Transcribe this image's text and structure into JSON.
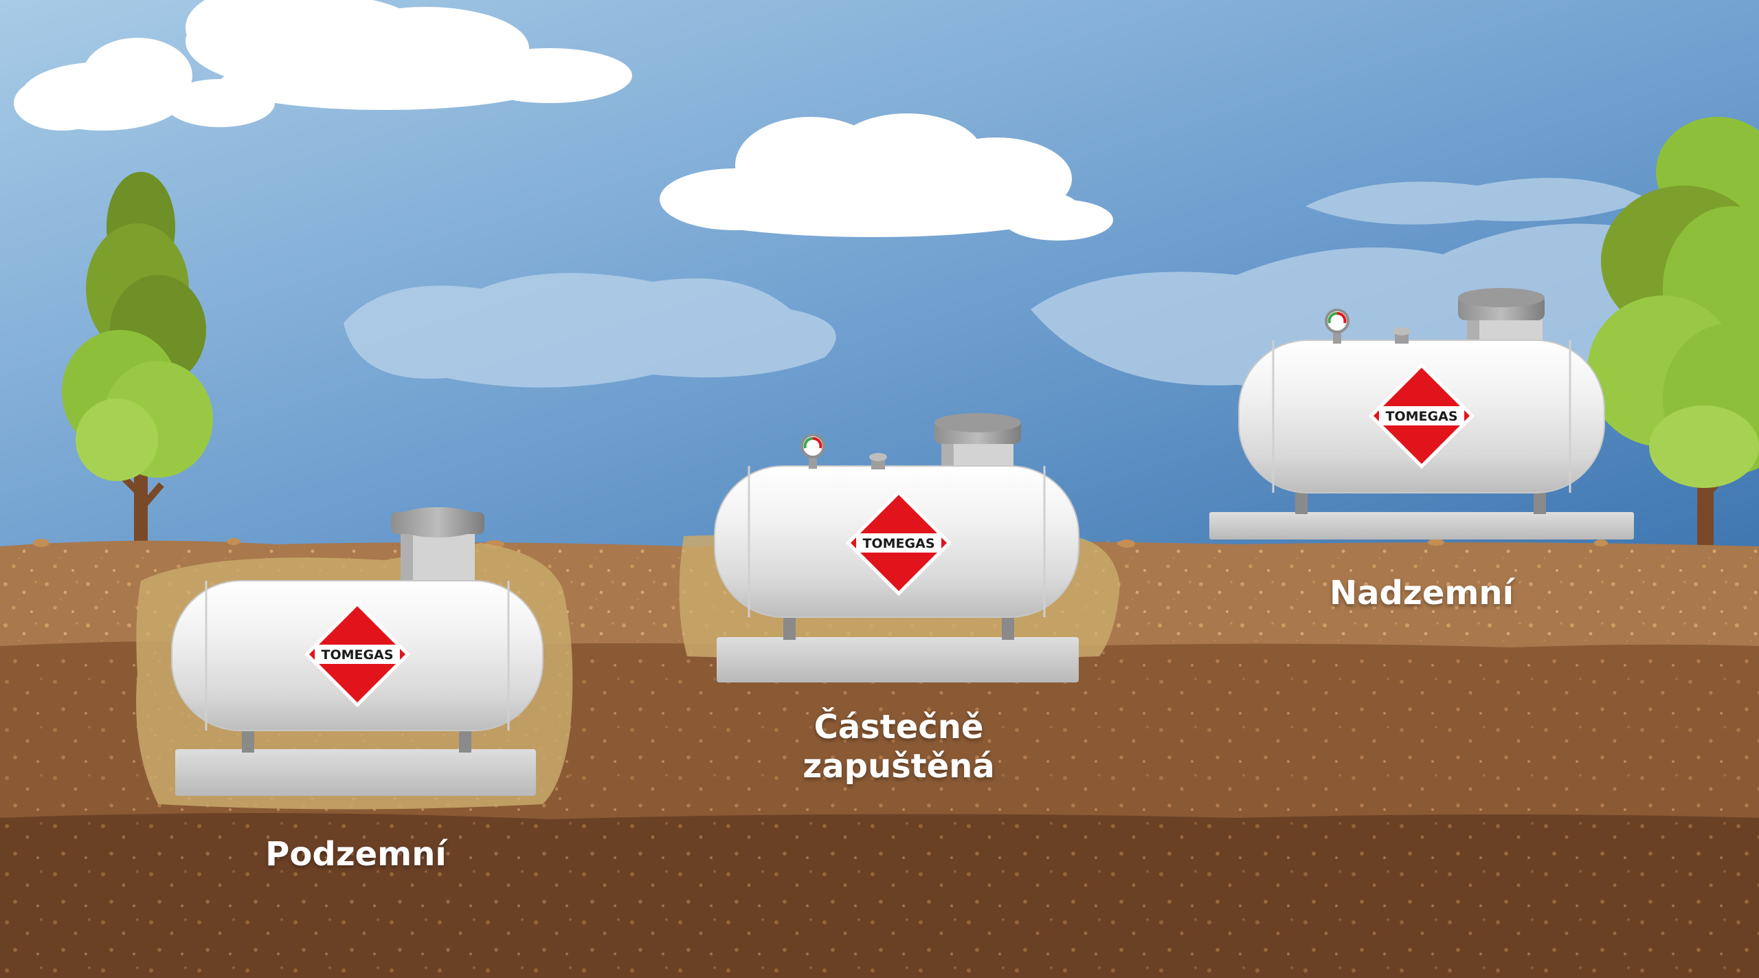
{
  "brand": {
    "logo_text": "TOMEGAS",
    "logo_color": "#e1141c"
  },
  "tanks": [
    {
      "id": "underground",
      "label": "Podzemní"
    },
    {
      "id": "partial",
      "label_line1": "Částečně",
      "label_line2": "zapuštěná"
    },
    {
      "id": "aboveground",
      "label": "Nadzemní"
    }
  ],
  "colors": {
    "sky_top": "#3f77b1",
    "sky_bottom": "#a8cbe6",
    "soil_top": "#a9784c",
    "soil_middle": "#8a5a35",
    "soil_bottom": "#6b4126",
    "sand": "#c9a96b",
    "tank_body": "#eaeaea",
    "pad": "#cfcfcf",
    "tree_green": "#8ebf3a"
  }
}
